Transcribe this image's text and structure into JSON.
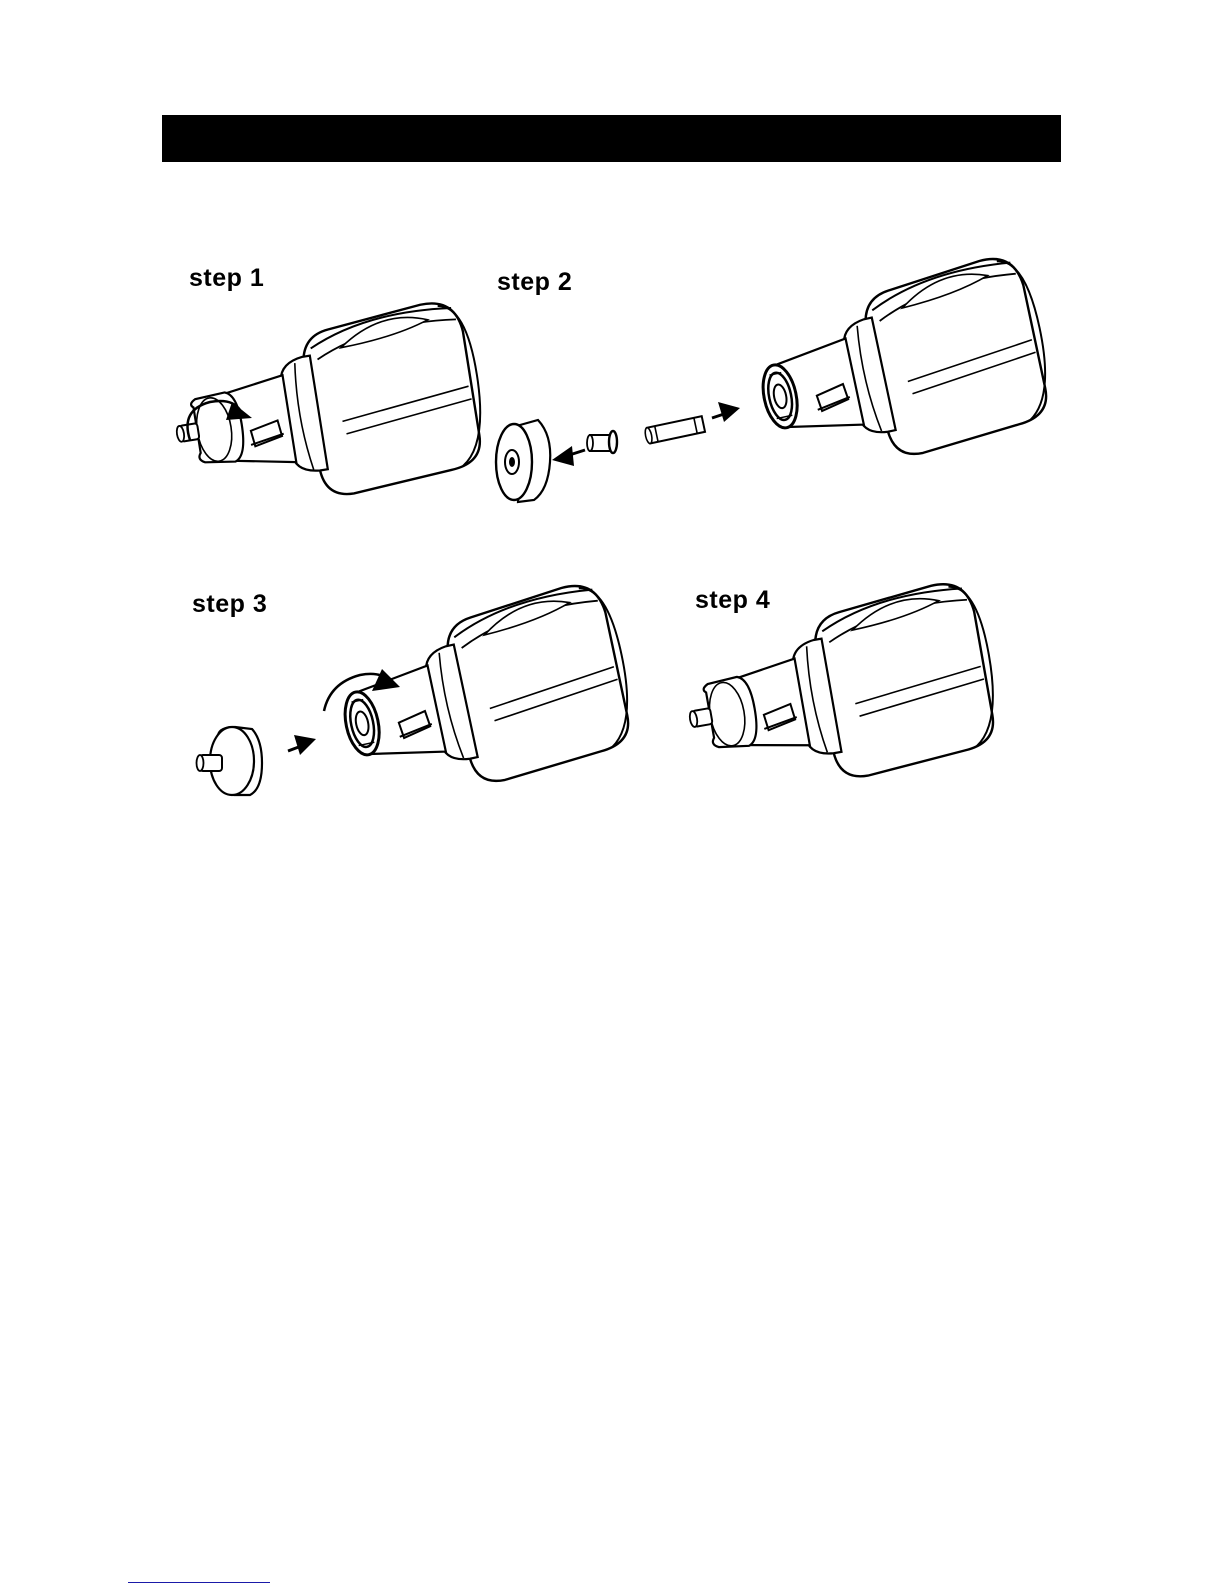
{
  "steps": [
    {
      "label": "step 1"
    },
    {
      "label": "step 2"
    },
    {
      "label": "step 3"
    },
    {
      "label": "step 4"
    }
  ],
  "colors": {
    "header_bar": "#000000",
    "line_art": "#000000",
    "background": "#ffffff",
    "footer_rule": "#1a1aa8"
  },
  "icons": [
    "rotate-arrow-icon",
    "direction-arrow-icon"
  ]
}
